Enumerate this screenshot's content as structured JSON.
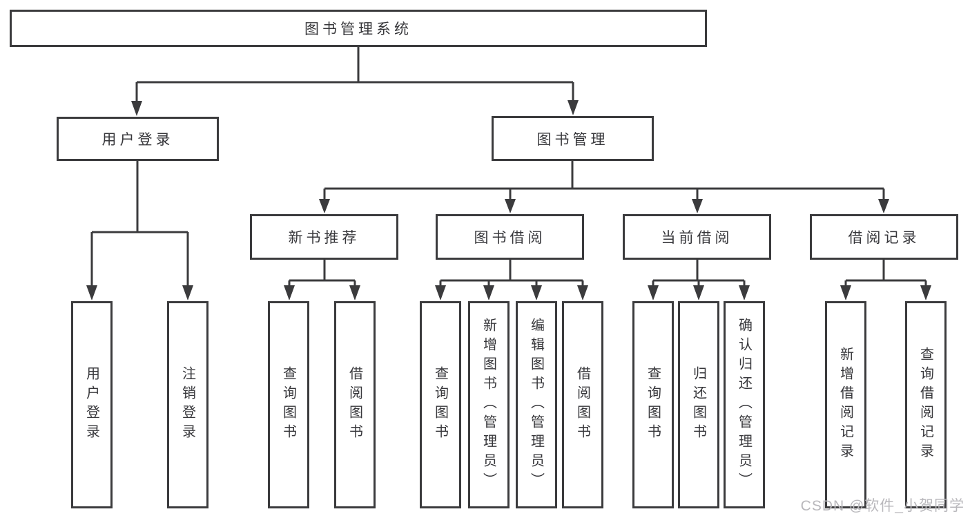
{
  "diagram": {
    "root": {
      "label": "图书管理系统"
    },
    "branches": [
      {
        "label": "用户登录",
        "children": [
          {
            "label": "用户登录"
          },
          {
            "label": "注销登录"
          }
        ]
      },
      {
        "label": "图书管理",
        "children": [
          {
            "label": "新书推荐",
            "children": [
              {
                "label": "查询图书"
              },
              {
                "label": "借阅图书"
              }
            ]
          },
          {
            "label": "图书借阅",
            "children": [
              {
                "label": "查询图书"
              },
              {
                "label": "新增图书（管理员）"
              },
              {
                "label": "编辑图书（管理员）"
              },
              {
                "label": "借阅图书"
              }
            ]
          },
          {
            "label": "当前借阅",
            "children": [
              {
                "label": "查询图书"
              },
              {
                "label": "归还图书"
              },
              {
                "label": "确认归还（管理员）"
              }
            ]
          },
          {
            "label": "借阅记录",
            "children": [
              {
                "label": "新增借阅记录"
              },
              {
                "label": "查询借阅记录"
              }
            ]
          }
        ]
      }
    ]
  },
  "watermark": "CSDN @软件_小贺同学",
  "colors": {
    "line": "#3b3b3d",
    "text": "#37373b",
    "watermark": "#b9b8bc",
    "background": "#ffffff"
  }
}
